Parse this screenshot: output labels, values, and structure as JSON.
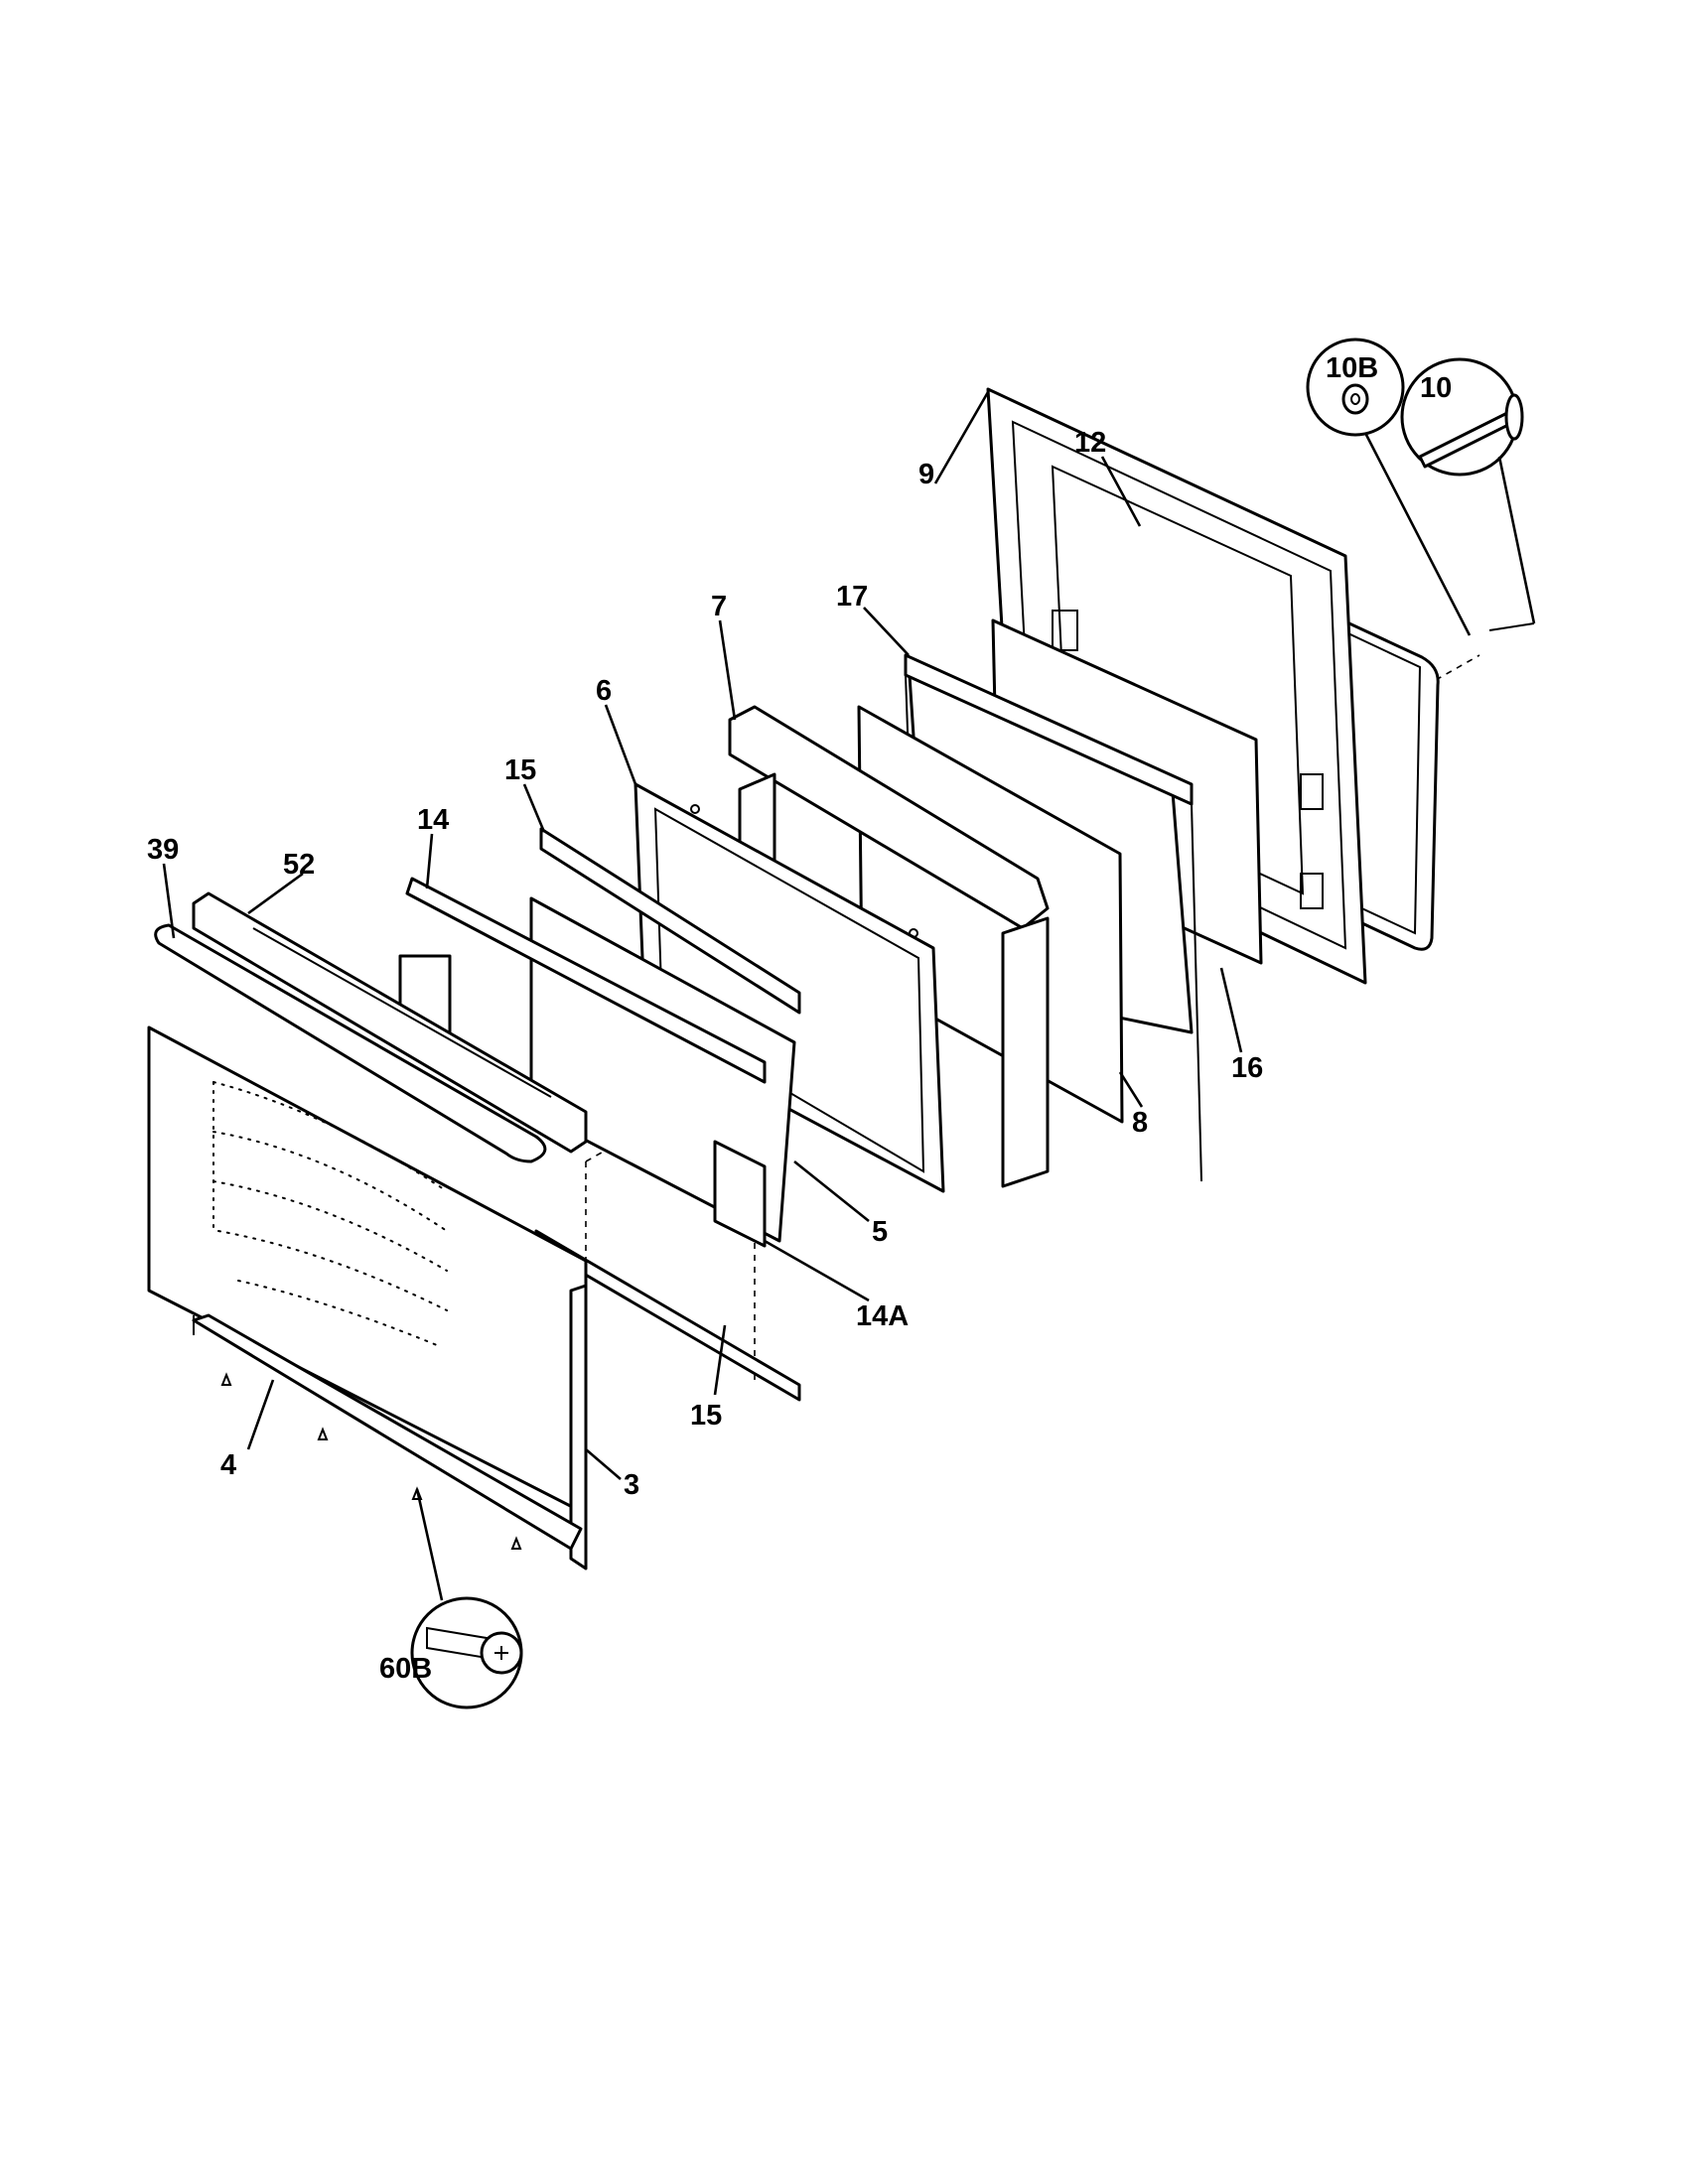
{
  "labels": {
    "p3": "3",
    "p4": "4",
    "p5": "5",
    "p6": "6",
    "p7": "7",
    "p8": "8",
    "p9": "9",
    "p10": "10",
    "p10b": "10B",
    "p12": "12",
    "p14": "14",
    "p14a": "14A",
    "p15_top": "15",
    "p15_bottom": "15",
    "p16": "16",
    "p17": "17",
    "p39": "39",
    "p52": "52",
    "p60b": "60B"
  },
  "colors": {
    "line": "#000000",
    "background": "#ffffff"
  }
}
